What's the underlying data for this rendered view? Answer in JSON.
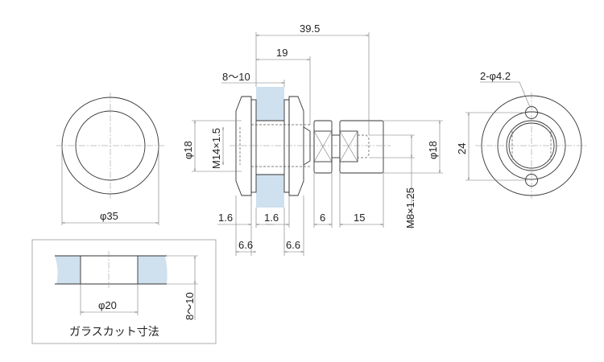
{
  "colors": {
    "glass": "#cfe0ee",
    "line": "#333333"
  },
  "front_view": {
    "outer_diameter": "φ35"
  },
  "side_view": {
    "overall_length": "39.5",
    "glass_to_shoulder": "19",
    "glass_thickness": "8〜10",
    "left_diameter": "φ18",
    "thread_large": "M14×1.5",
    "flange_gap_left": "1.6",
    "flange_gap_right": "1.6",
    "nut_width": "6",
    "cap_length": "15",
    "thread_small": "M8×1.25",
    "right_diameter": "φ18",
    "flange_left": "6.6",
    "flange_right": "6.6"
  },
  "rear_view": {
    "holes": "2-φ4.2",
    "hole_pitch": "24"
  },
  "glass_cut": {
    "hole_diameter": "φ20",
    "thickness": "8〜10",
    "caption": "ガラスカット寸法"
  }
}
